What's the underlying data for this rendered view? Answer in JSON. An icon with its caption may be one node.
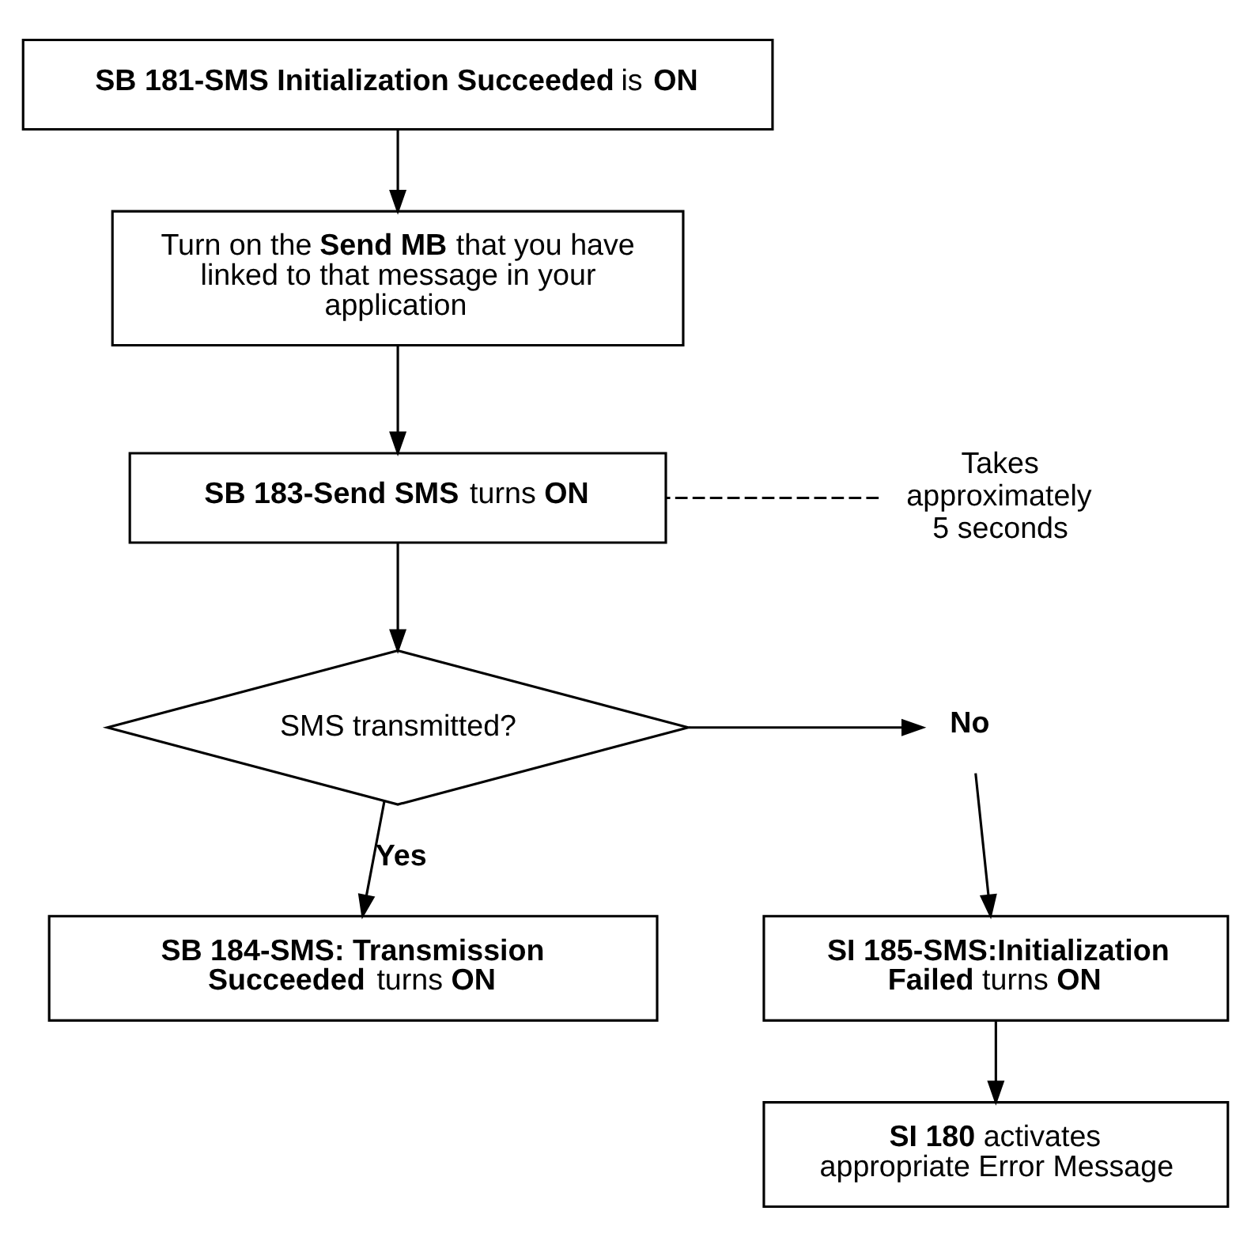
{
  "diagram": {
    "nodes": [
      {
        "text": [
          "**SB 181-SMS Initialization Succeeded** is **ON**"
        ]
      },
      {
        "text": [
          "Turn on the **Send MB** that you have linked to that message in your application"
        ]
      },
      {
        "text": [
          "**SB 183-Send SMS** turns **ON**"
        ]
      },
      {
        "text": [
          "Takes approximately 5 seconds"
        ]
      },
      {
        "text": [
          "SMS transmitted?"
        ]
      },
      {
        "text": [
          "**No**"
        ]
      },
      {
        "text": [
          "**SI 185-SMS:Initialization Failed** turns **ON**"
        ]
      },
      {
        "text": [
          "**SI 180** activates appropriate Error Message"
        ]
      },
      {
        "text": [
          "**SB 184-SMS: Transmission Succeeded** turns **ON**"
        ]
      }
    ],
    "edges": [
      {
        "from": 0,
        "to": 1,
        "arrow": "to"
      },
      {
        "from": 1,
        "to": 2,
        "arrow": "to"
      },
      {
        "from": 2,
        "to": 4,
        "arrow": "to"
      },
      {
        "from": 3,
        "to": 2,
        "arrow": "none",
        "style": "dashed"
      },
      {
        "from": 4,
        "to": 5,
        "arrow": "to"
      },
      {
        "from": 5,
        "to": 6,
        "arrow": "to"
      },
      {
        "from": 6,
        "to": 7,
        "arrow": "to"
      },
      {
        "from": 4,
        "to": 8,
        "arrow": "to",
        "label": "**Yes**"
      }
    ]
  }
}
